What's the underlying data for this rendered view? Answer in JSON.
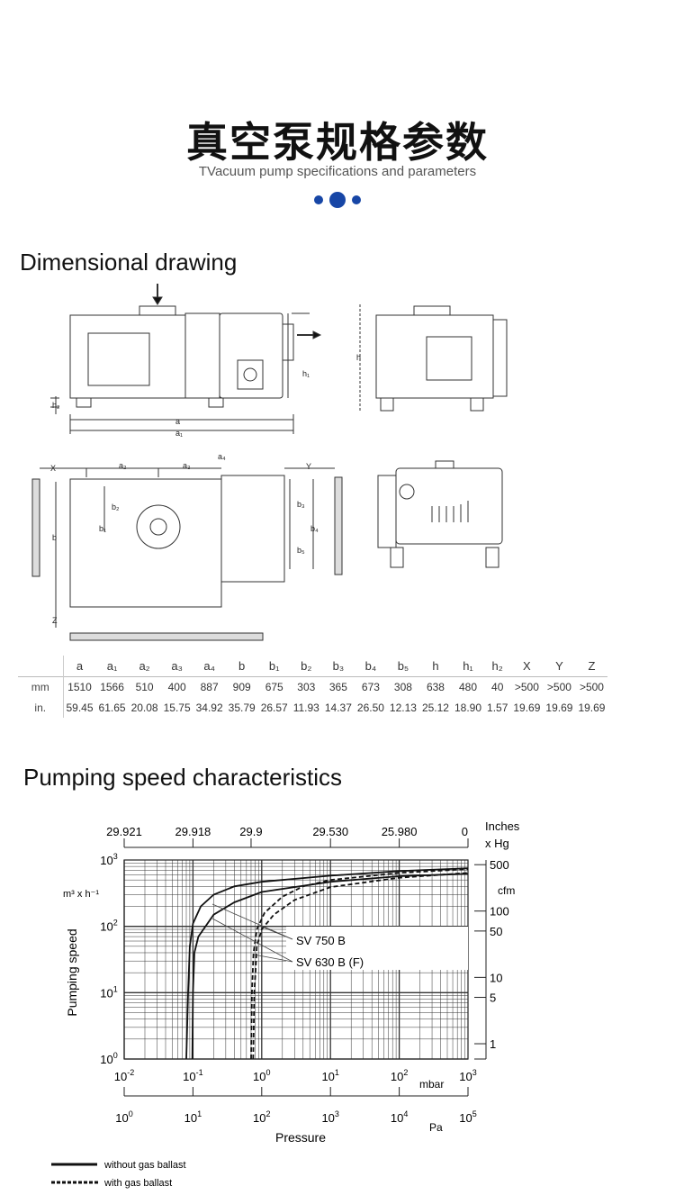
{
  "header": {
    "title": "真空泵规格参数",
    "subtitle": "TVacuum pump specifications and parameters",
    "accent": "#1746a6"
  },
  "drawing": {
    "title": "Dimensional drawing",
    "labels": {
      "a": "a",
      "a1": "a₁",
      "a2": "a₂",
      "a3": "a₃",
      "a4": "a₄",
      "b": "b",
      "b1": "b₁",
      "b2": "b₂",
      "b3": "b₃",
      "b4": "b₄",
      "b5": "b₅",
      "h": "h",
      "h1": "h₁",
      "h2": "h₂",
      "x": "X",
      "y": "Y",
      "z": "Z"
    }
  },
  "table": {
    "headers": [
      "a",
      "a₁",
      "a₂",
      "a₃",
      "a₄",
      "b",
      "b₁",
      "b₂",
      "b₃",
      "b₄",
      "b₅",
      "h",
      "h₁",
      "h₂",
      "X",
      "Y",
      "Z"
    ],
    "rows": [
      {
        "unit": "mm",
        "values": [
          "1510",
          "1566",
          "510",
          "400",
          "887",
          "909",
          "675",
          "303",
          "365",
          "673",
          "308",
          "638",
          "480",
          "40",
          ">500",
          ">500",
          ">500"
        ]
      },
      {
        "unit": "in.",
        "values": [
          "59.45",
          "61.65",
          "20.08",
          "15.75",
          "34.92",
          "35.79",
          "26.57",
          "11.93",
          "14.37",
          "26.50",
          "12.13",
          "25.12",
          "18.90",
          "1.57",
          "19.69",
          "19.69",
          "19.69"
        ]
      }
    ]
  },
  "chart": {
    "section_title": "Pumping speed characteristics"
  },
  "chart_data": {
    "type": "line",
    "title": "Pumping speed characteristics",
    "xlabel": "Pressure",
    "ylabel": "Pumping speed",
    "y_unit": "m³ x h⁻¹",
    "x_unit": "mbar",
    "x2_unit": "Pa",
    "top_unit_1": "Inches",
    "top_unit_2": "x Hg",
    "right_unit": "cfm",
    "xlim": [
      0.01,
      1000
    ],
    "ylim": [
      1,
      1000
    ],
    "xscale": "log",
    "yscale": "log",
    "x_ticks": [
      "10-2",
      "10-1",
      "100",
      "101",
      "102",
      "103"
    ],
    "x_ticks_exp": [
      "-2",
      "-1",
      "0",
      "1",
      "2",
      "3"
    ],
    "pa_ticks_exp": [
      "0",
      "1",
      "2",
      "3",
      "4",
      "5"
    ],
    "y_ticks_exp": [
      "0",
      "1",
      "2",
      "3"
    ],
    "top_ticks": [
      {
        "p": 0.01,
        "label": "29.921"
      },
      {
        "p": 0.1,
        "label": "29.918"
      },
      {
        "p": 0.7,
        "label": "29.9"
      },
      {
        "p": 10,
        "label": "29.530"
      },
      {
        "p": 100,
        "label": "25.980"
      },
      {
        "p": 1000,
        "label": "0"
      }
    ],
    "right_ticks": [
      {
        "s": 850,
        "label": "500"
      },
      {
        "s": 170,
        "label": "100"
      },
      {
        "s": 85,
        "label": "50"
      },
      {
        "s": 17,
        "label": "10"
      },
      {
        "s": 8.5,
        "label": "5"
      },
      {
        "s": 1.7,
        "label": "1"
      }
    ],
    "series": [
      {
        "name": "SV 750 B",
        "style": "solid",
        "points": [
          [
            0.08,
            1
          ],
          [
            0.085,
            10
          ],
          [
            0.09,
            50
          ],
          [
            0.1,
            110
          ],
          [
            0.13,
            200
          ],
          [
            0.2,
            300
          ],
          [
            0.4,
            400
          ],
          [
            1,
            470
          ],
          [
            10,
            580
          ],
          [
            100,
            680
          ],
          [
            1000,
            750
          ]
        ]
      },
      {
        "name": "SV 630 B (F)",
        "style": "solid",
        "points": [
          [
            0.098,
            1
          ],
          [
            0.1,
            10
          ],
          [
            0.105,
            40
          ],
          [
            0.12,
            70
          ],
          [
            0.2,
            150
          ],
          [
            0.4,
            230
          ],
          [
            1,
            330
          ],
          [
            10,
            470
          ],
          [
            100,
            570
          ],
          [
            1000,
            620
          ]
        ]
      },
      {
        "name": "SV 750 B",
        "style": "dashed",
        "points": [
          [
            0.7,
            1
          ],
          [
            0.72,
            10
          ],
          [
            0.76,
            40
          ],
          [
            0.85,
            90
          ],
          [
            1.1,
            160
          ],
          [
            2,
            280
          ],
          [
            4,
            400
          ],
          [
            10,
            500
          ],
          [
            100,
            640
          ],
          [
            1000,
            730
          ]
        ]
      },
      {
        "name": "SV 630 B (F)",
        "style": "dashed",
        "points": [
          [
            0.75,
            1
          ],
          [
            0.78,
            10
          ],
          [
            0.85,
            50
          ],
          [
            1,
            90
          ],
          [
            1.5,
            150
          ],
          [
            3,
            250
          ],
          [
            10,
            390
          ],
          [
            100,
            540
          ],
          [
            1000,
            640
          ]
        ]
      }
    ],
    "annotations": [
      "SV 750 B",
      "SV 630 B (F)"
    ],
    "legend": [
      {
        "style": "solid",
        "label": "without gas ballast"
      },
      {
        "style": "dashed",
        "label": "with gas ballast"
      }
    ]
  }
}
